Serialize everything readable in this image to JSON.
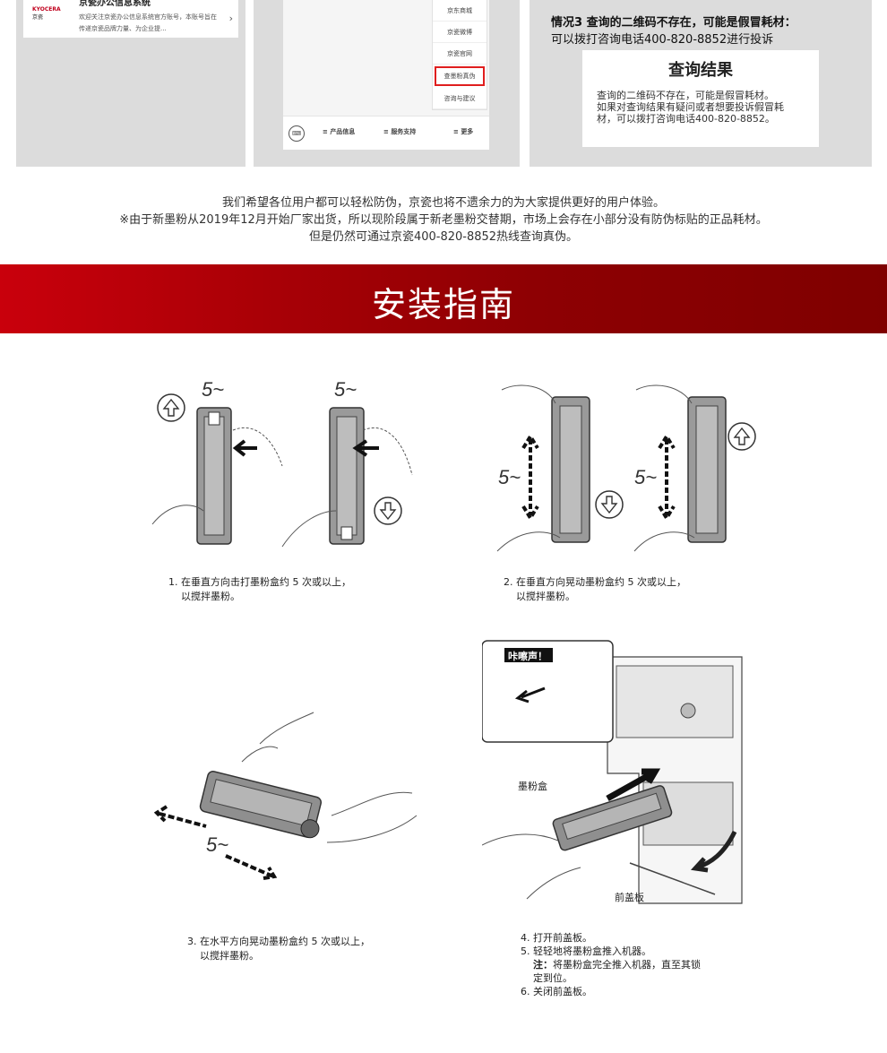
{
  "wechat_card": {
    "logo": "KYOCERA",
    "logo_sub": "京瓷",
    "title": "京瓷办公信息系统",
    "desc": "欢迎关注京瓷办公信息系统官方账号，本账号旨在传递京瓷品牌力量、为企业提..."
  },
  "phone_menu": {
    "items": [
      "京东商城",
      "京瓷微博",
      "京瓷官网",
      "查墨粉真伪",
      "咨询与建议"
    ],
    "active_index": 3,
    "bar": [
      "产品信息",
      "服务支持",
      "更多"
    ]
  },
  "case3": {
    "title": "情况3  查询的二维码不存在，可能是假冒耗材：",
    "subtitle": "可以拨打咨询电话400-820-8852进行投诉",
    "result_title": "查询结果",
    "result_lines": [
      "查询的二维码不存在，可能是假冒耗材。",
      "如果对查询结果有疑问或者想要投诉假冒耗",
      "材，可以拨打咨询电话400-820-8852。"
    ]
  },
  "notes": [
    "我们希望各位用户都可以轻松防伪，京瓷也将不遗余力的为大家提供更好的用户体验。",
    "※由于新墨粉从2019年12月开始厂家出货，所以现阶段属于新老墨粉交替期，市场上会存在小部分没有防伪标贴的正品耗材。",
    "但是仍然可通过京瓷400-820-8852热线查询真伪。"
  ],
  "banner_title": "安装指南",
  "steps": {
    "s1": {
      "count": "5~",
      "lines": [
        "1. 在垂直方向击打墨粉盒约 5 次或以上，",
        "   以搅拌墨粉。"
      ]
    },
    "s2": {
      "count": "5~",
      "lines": [
        "2. 在垂直方向晃动墨粉盒约 5 次或以上，",
        "   以搅拌墨粉。"
      ]
    },
    "s3": {
      "count": "5~",
      "lines": [
        "3. 在水平方向晃动墨粉盒约 5 次或以上，",
        "   以搅拌墨粉。"
      ]
    },
    "s4": {
      "click_label": "咔嚓声！",
      "cartridge_label": "墨粉盒",
      "cover_label": "前盖板",
      "lines": [
        "4. 打开前盖板。",
        "5. 轻轻地将墨粉盒推入机器。"
      ],
      "note_label": "注：",
      "note_text": "将墨粉盒完全推入机器，直至其锁",
      "note_text2": "定到位。",
      "line6": "6. 关闭前盖板。"
    }
  }
}
